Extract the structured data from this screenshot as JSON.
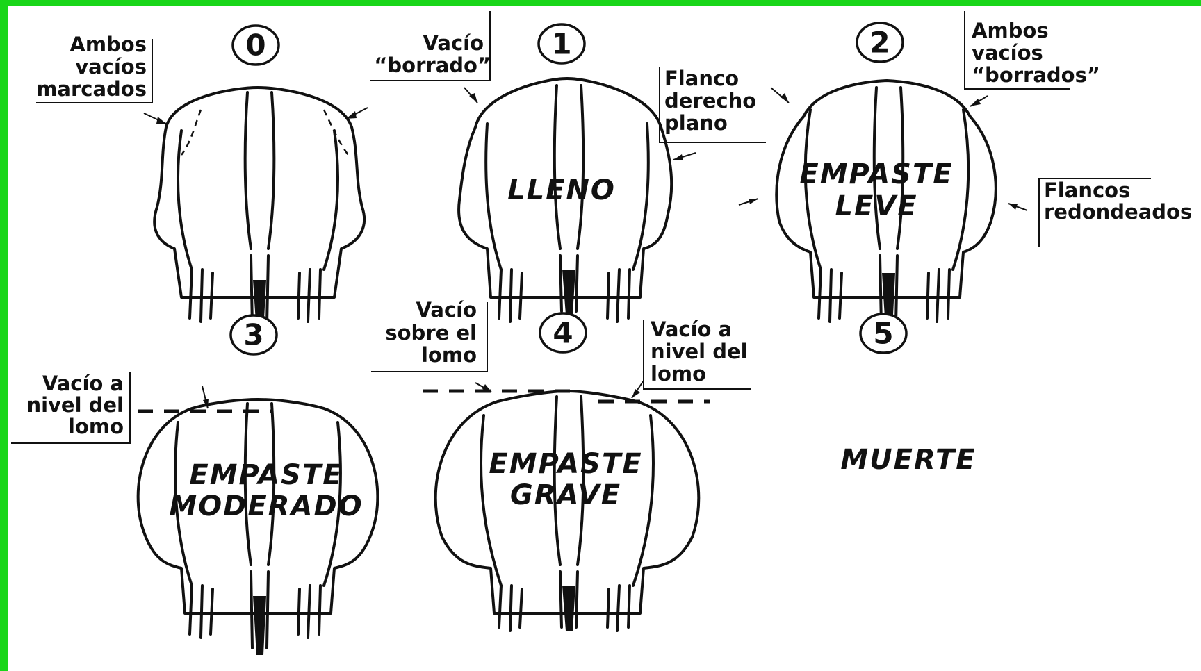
{
  "frame_color": "#19d619",
  "stages": [
    {
      "number": "0",
      "state": ""
    },
    {
      "number": "1",
      "state": "LLENO"
    },
    {
      "number": "2",
      "state_line1": "EMPASTE",
      "state_line2": "LEVE"
    },
    {
      "number": "3",
      "state_line1": "EMPASTE",
      "state_line2": "MODERADO"
    },
    {
      "number": "4",
      "state_line1": "EMPASTE",
      "state_line2": "GRAVE"
    },
    {
      "number": "5",
      "state": "MUERTE"
    }
  ],
  "annotations": {
    "s0_flanks": [
      "Ambos",
      "vacíos",
      "marcados"
    ],
    "s1_left": [
      "Vacío",
      "“borrado”"
    ],
    "s1_right": [
      "Flanco",
      "derecho",
      "plano"
    ],
    "s2_top": [
      "Ambos",
      "vacíos",
      "“borrados”"
    ],
    "s2_right": [
      "Flancos",
      "redondeados"
    ],
    "s3_left": [
      "Vacío a",
      "nivel del",
      "lomo"
    ],
    "s4_left": [
      "Vacío",
      "sobre el",
      "lomo"
    ],
    "s4_right": [
      "Vacío a",
      "nivel del",
      "lomo"
    ]
  }
}
